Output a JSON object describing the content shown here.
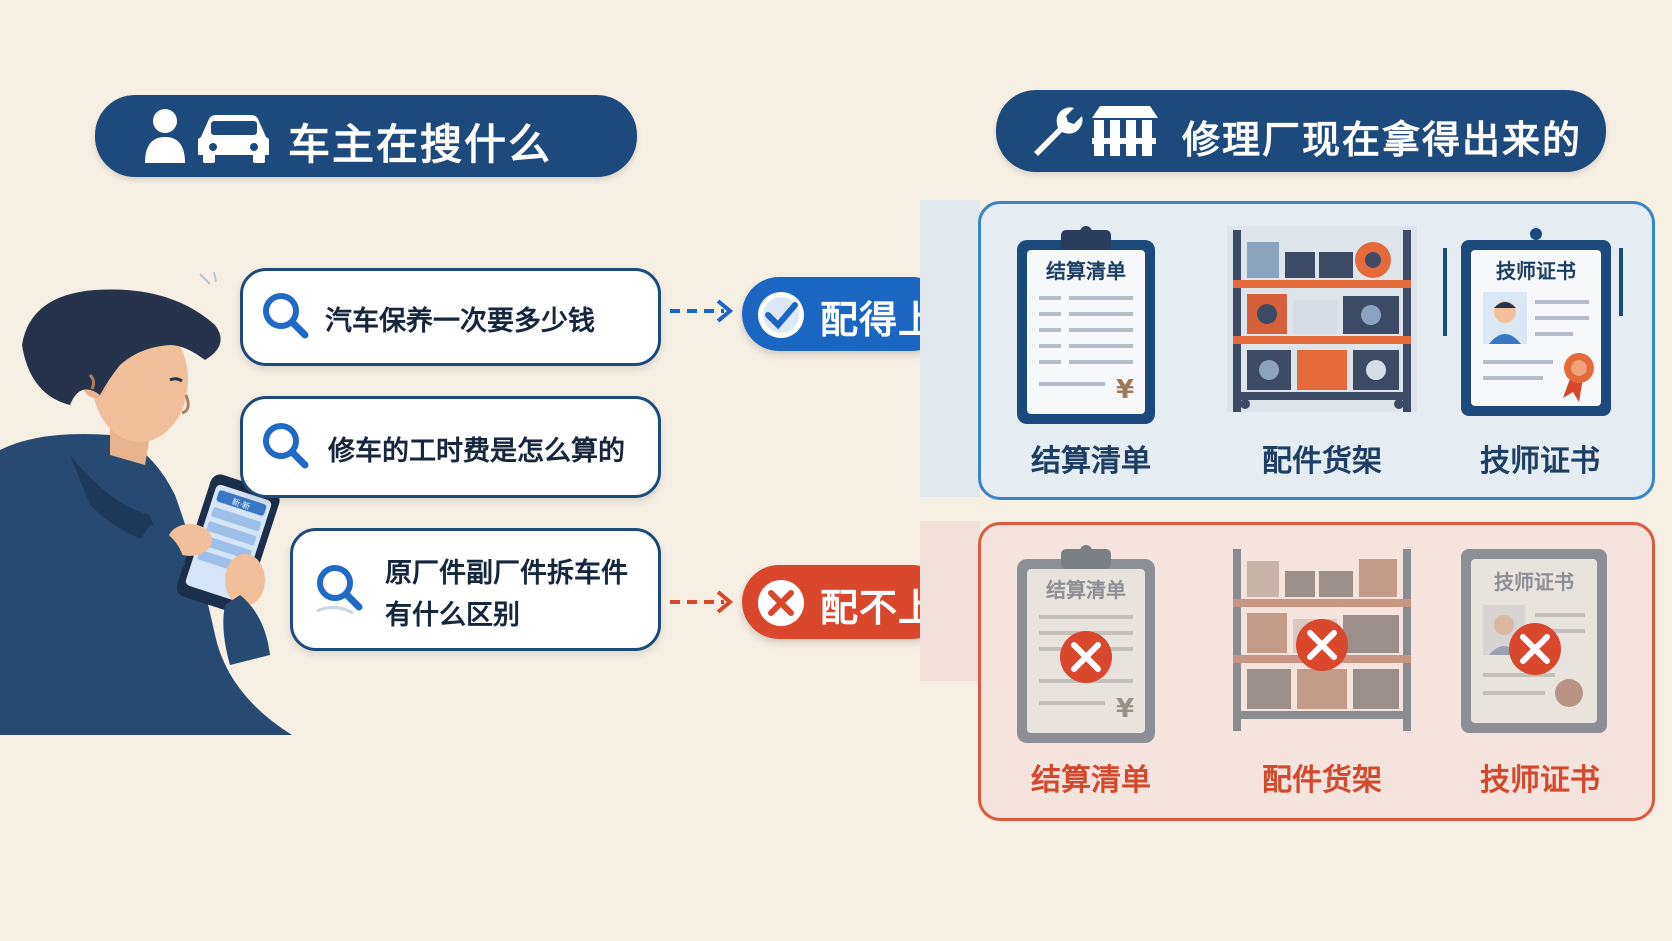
{
  "left_header": {
    "title": "车主在搜什么"
  },
  "right_header": {
    "title": "修理厂现在拿得出来的"
  },
  "searches": [
    {
      "text": "汽车保养一次要多少钱"
    },
    {
      "text": "修车的工时费是怎么算的"
    },
    {
      "line1": "原厂件副厂件拆车件",
      "line2": "有什么区别"
    }
  ],
  "phone": {
    "screen_label": "新·新"
  },
  "match": {
    "badge": "配得上",
    "items": [
      {
        "title": "结算清单",
        "caption": "结算清单",
        "mark": "¥"
      },
      {
        "caption": "配件货架"
      },
      {
        "title": "技师证书",
        "caption": "技师证书"
      }
    ]
  },
  "nomatch": {
    "badge": "配不上",
    "items": [
      {
        "title": "结算清单",
        "caption": "结算清单",
        "mark": "¥"
      },
      {
        "caption": "配件货架"
      },
      {
        "title": "技师证书",
        "caption": "技师证书"
      }
    ]
  },
  "colors": {
    "navy": "#1d4a7c",
    "match_blue": "#1b66c3",
    "nomatch_red": "#d9472c",
    "background": "#f6efe3"
  }
}
